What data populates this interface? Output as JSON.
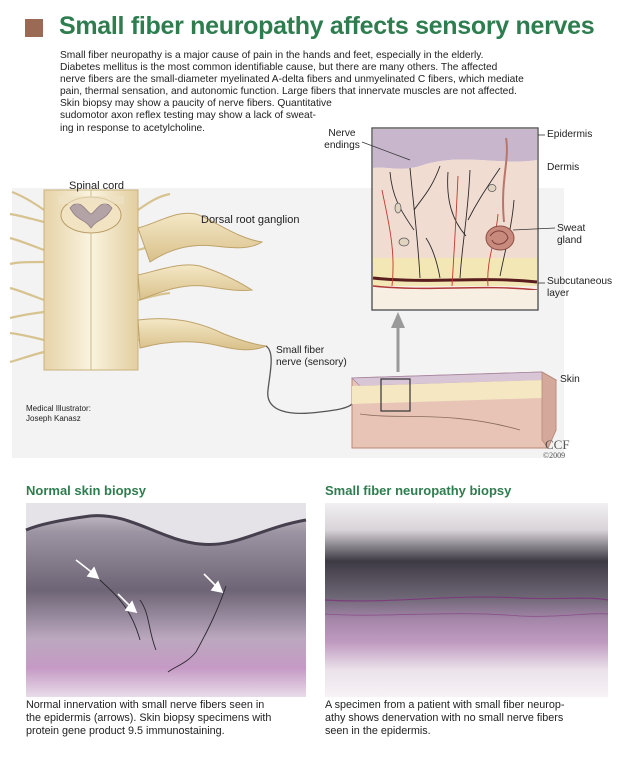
{
  "title": "Small fiber neuropathy affects sensory nerves",
  "intro": "Small fiber neuropathy is a major cause of pain in the hands and feet, especially in the elderly. Diabetes mellitus is the most common identifiable cause, but there are many others. The affected nerve fibers are the small-diameter myelinated A-delta fibers and unmyelinated C fibers, which mediate pain, thermal sensation, and autonomic function. Large fibers that innervate muscles are not affected. Skin biopsy may show a paucity of nerve fibers. Quantitative sudomotor axon reflex testing may show a lack of sweating in response to acetylcholine.",
  "intro_lines": [
    "Small fiber neuropathy is a major cause of pain in the hands and feet, especially in the elderly.",
    "Diabetes mellitus is the most common identifiable cause, but there are many others. The affected",
    "nerve fibers are the small-diameter myelinated A-delta fibers and unmyelinated C fibers, which mediate",
    "pain, thermal sensation, and autonomic function. Large fibers that innervate muscles are not affected.",
    "Skin biopsy may show a paucity of nerve fibers. Quantitative",
    "sudomotor axon reflex testing may show a lack of sweat-",
    "ing in response to acetylcholine."
  ],
  "labels": {
    "spinal_cord": "Spinal cord",
    "dorsal_root_ganglion": "Dorsal root ganglion",
    "nerve_endings_1": "Nerve",
    "nerve_endings_2": "endings",
    "epidermis": "Epidermis",
    "dermis": "Dermis",
    "sweat_gland_1": "Sweat",
    "sweat_gland_2": "gland",
    "subcutaneous_1": "Subcutaneous",
    "subcutaneous_2": "layer",
    "skin": "Skin",
    "small_fiber_1": "Small fiber",
    "small_fiber_2": "nerve (sensory)",
    "illustrator_1": "Medical Illustrator:",
    "illustrator_2": "Joseph Kanasz",
    "ccf": "CCF",
    "ccf_year": "©2009"
  },
  "normal_biopsy": {
    "heading": "Normal skin biopsy",
    "caption": [
      "Normal innervation with small nerve fibers seen in",
      "the epidermis (arrows). Skin biopsy specimens with",
      "protein gene product 9.5 immunostaining."
    ]
  },
  "neuropathy_biopsy": {
    "heading": "Small fiber neuropathy biopsy",
    "caption": [
      "A specimen from a patient with small fiber neurop-",
      "athy shows denervation with no small nerve fibers",
      "seen in the epidermis."
    ]
  },
  "colors": {
    "title_green": "#2e7d4f",
    "square": "#9a6a55",
    "nerve_yellow": "#e8d9a8",
    "epidermis_purple": "#c8b6cc",
    "dermis_pink": "#f1dcd2",
    "subcutaneous_yellow": "#f3e7b5"
  }
}
